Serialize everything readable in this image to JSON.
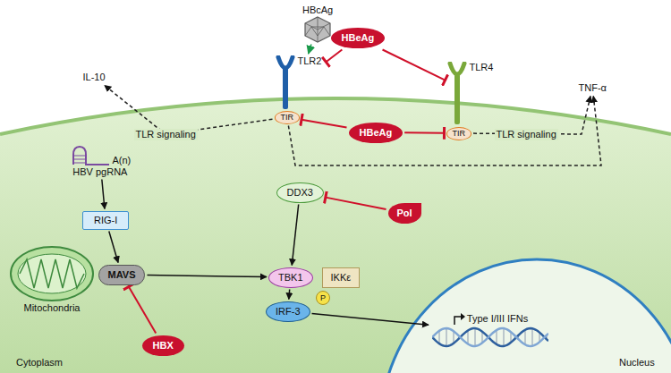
{
  "diagram": {
    "nodes": [
      {
        "text": [
          "HBcAg"
        ]
      },
      {
        "text": [
          "TLR2"
        ]
      },
      {
        "text": [
          "TIR"
        ]
      },
      {
        "text": [
          "HBeAg"
        ]
      },
      {
        "text": [
          "TLR4"
        ]
      },
      {
        "text": [
          "TIR"
        ]
      },
      {
        "text": [
          "HBeAg"
        ]
      },
      {
        "text": [
          "IL-10"
        ]
      },
      {
        "text": [
          "TNF-α"
        ]
      },
      {
        "text": [
          "HBV pgRNA",
          "A(n)"
        ]
      },
      {
        "text": [
          "RIG-I"
        ]
      },
      {
        "text": [
          "Mitochondria"
        ]
      },
      {
        "text": [
          "MAVS"
        ]
      },
      {
        "text": [
          "DDX3"
        ]
      },
      {
        "text": [
          "Pol"
        ]
      },
      {
        "text": [
          "TBK1"
        ]
      },
      {
        "text": [
          "IKKε"
        ]
      },
      {
        "text": [
          "IRF-3"
        ]
      },
      {
        "text": [
          "P"
        ]
      },
      {
        "text": [
          "HBX"
        ]
      },
      {
        "text": [
          "Type I/III IFNs"
        ]
      }
    ],
    "edges": [
      {
        "from": 0,
        "to": 1,
        "arrow": "to"
      },
      {
        "from": 3,
        "to": 1,
        "arrow": "to"
      },
      {
        "from": 3,
        "to": 4,
        "arrow": "to"
      },
      {
        "from": 6,
        "to": 2,
        "arrow": "to"
      },
      {
        "from": 6,
        "to": 5,
        "arrow": "to"
      },
      {
        "from": 2,
        "to": 7,
        "arrow": "to",
        "label": "TLR signaling"
      },
      {
        "from": 2,
        "to": 8,
        "arrow": "to"
      },
      {
        "from": 5,
        "to": 8,
        "arrow": "to",
        "label": "TLR signaling"
      },
      {
        "from": 9,
        "to": 10,
        "arrow": "to"
      },
      {
        "from": 10,
        "to": 12,
        "arrow": "to"
      },
      {
        "from": 19,
        "to": 12,
        "arrow": "to"
      },
      {
        "from": 12,
        "to": 15,
        "arrow": "to"
      },
      {
        "from": 13,
        "to": 15,
        "arrow": "to"
      },
      {
        "from": 14,
        "to": 13,
        "arrow": "to"
      },
      {
        "from": 15,
        "to": 17,
        "arrow": "to"
      },
      {
        "from": 17,
        "to": 20,
        "arrow": "to"
      }
    ],
    "labels": [
      "Cytoplasm",
      "Nucleus"
    ]
  }
}
